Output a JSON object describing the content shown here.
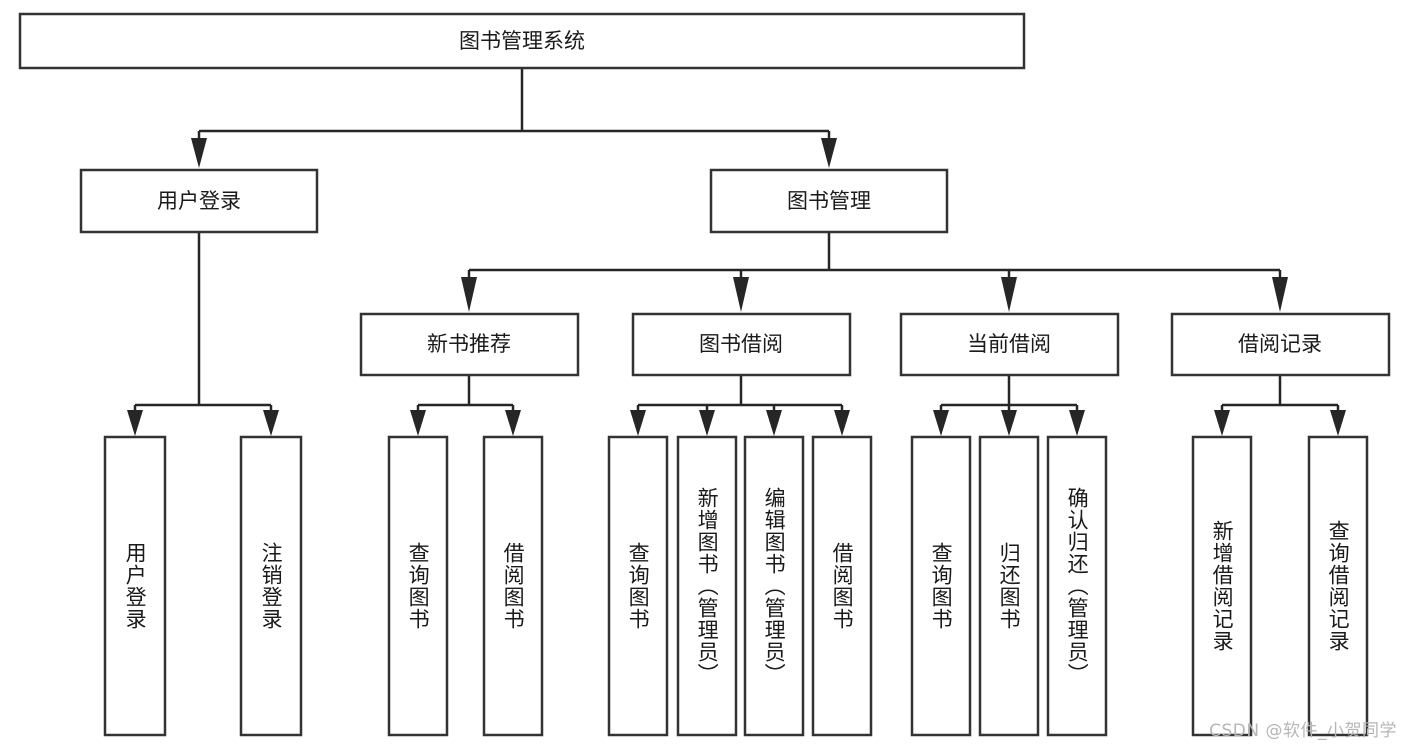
{
  "diagram": {
    "title": "图书管理系统",
    "type": "tree-hierarchy",
    "orientation": "top-down",
    "root": {
      "id": "root",
      "label": "图书管理系统"
    },
    "level1": [
      {
        "id": "user-login",
        "label": "用户登录"
      },
      {
        "id": "book-manage",
        "label": "图书管理"
      }
    ],
    "level2": [
      {
        "id": "new-book-rec",
        "label": "新书推荐",
        "parent": "book-manage"
      },
      {
        "id": "book-borrow",
        "label": "图书借阅",
        "parent": "book-manage"
      },
      {
        "id": "current-borrow",
        "label": "当前借阅",
        "parent": "book-manage"
      },
      {
        "id": "borrow-record",
        "label": "借阅记录",
        "parent": "book-manage"
      }
    ],
    "leaves": [
      {
        "id": "leaf-user-login",
        "label": "用户登录",
        "parent": "user-login"
      },
      {
        "id": "leaf-logout",
        "label": "注销登录",
        "parent": "user-login"
      },
      {
        "id": "leaf-query-book-1",
        "label": "查询图书",
        "parent": "new-book-rec"
      },
      {
        "id": "leaf-borrow-book-1",
        "label": "借阅图书",
        "parent": "new-book-rec"
      },
      {
        "id": "leaf-query-book-2",
        "label": "查询图书",
        "parent": "book-borrow"
      },
      {
        "id": "leaf-add-book",
        "label": "新增图书（管理员）",
        "parent": "book-borrow"
      },
      {
        "id": "leaf-edit-book",
        "label": "编辑图书（管理员）",
        "parent": "book-borrow"
      },
      {
        "id": "leaf-borrow-book-2",
        "label": "借阅图书",
        "parent": "book-borrow"
      },
      {
        "id": "leaf-query-book-3",
        "label": "查询图书",
        "parent": "current-borrow"
      },
      {
        "id": "leaf-return-book",
        "label": "归还图书",
        "parent": "current-borrow"
      },
      {
        "id": "leaf-confirm-return",
        "label": "确认归还（管理员）",
        "parent": "current-borrow"
      },
      {
        "id": "leaf-add-record",
        "label": "新增借阅记录",
        "parent": "borrow-record"
      },
      {
        "id": "leaf-query-record",
        "label": "查询借阅记录",
        "parent": "borrow-record"
      }
    ]
  },
  "watermark": {
    "text": "CSDN @软件_小贺同学"
  },
  "colors": {
    "node_border": "#333333",
    "node_fill": "#ffffff",
    "connector": "#262626",
    "text": "#1a1a1a",
    "watermark": "#b6b6b6",
    "background": "#ffffff"
  }
}
